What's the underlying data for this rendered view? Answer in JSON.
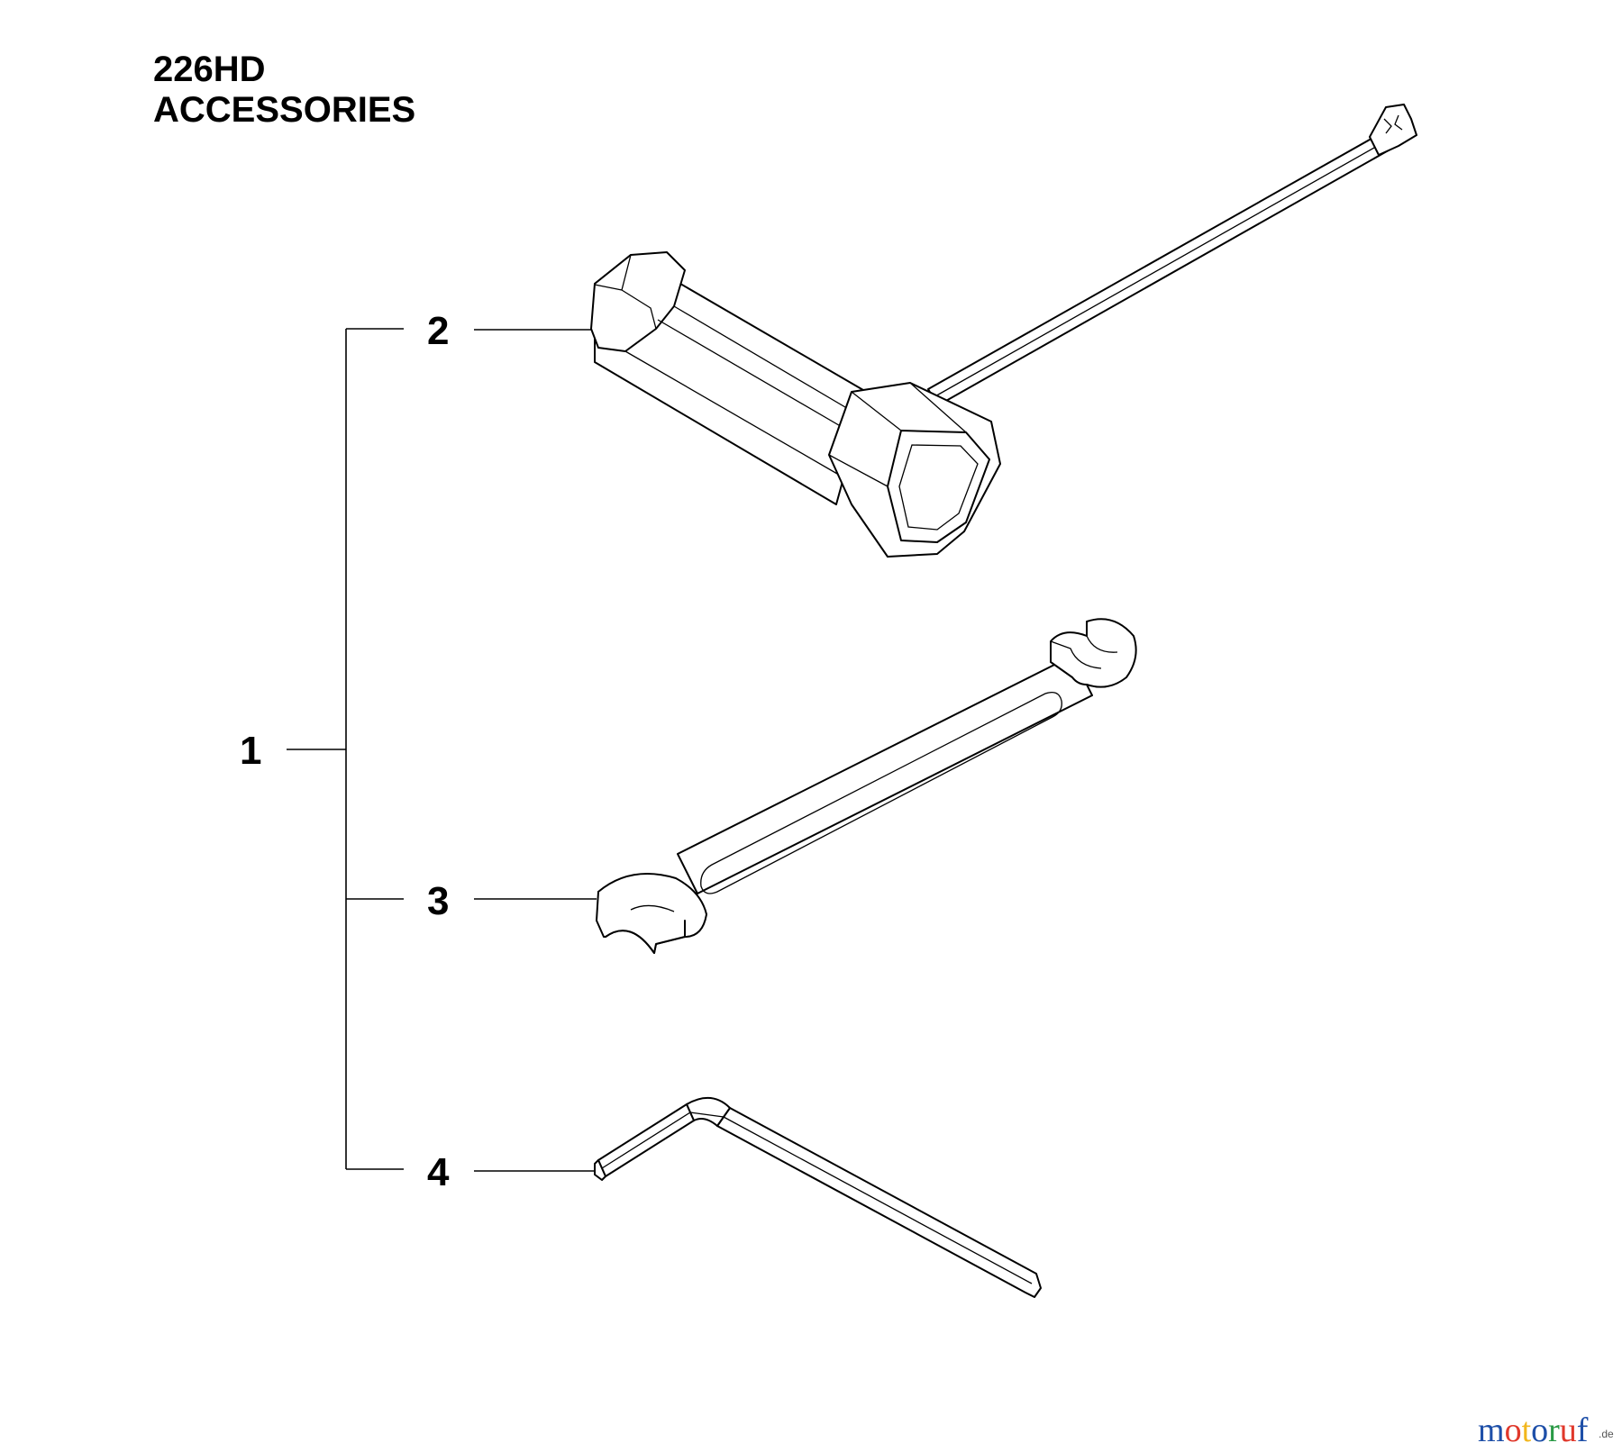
{
  "header": {
    "model": "226HD",
    "section": "ACCESSORIES"
  },
  "callouts": [
    "1",
    "2",
    "3",
    "4"
  ],
  "parts": [
    {
      "callout": "2",
      "icon": "spark-plug-wrench-icon"
    },
    {
      "callout": "3",
      "icon": "open-end-wrench-icon"
    },
    {
      "callout": "4",
      "icon": "hex-key-icon"
    }
  ],
  "watermark": {
    "letters": [
      "m",
      "o",
      "t",
      "o",
      "r",
      "u",
      "f"
    ],
    "colors": [
      "#1e4fa8",
      "#e0382b",
      "#f2b61c",
      "#1e4fa8",
      "#2a9a46",
      "#e0382b",
      "#1e4fa8"
    ],
    "suffix": ".de"
  }
}
